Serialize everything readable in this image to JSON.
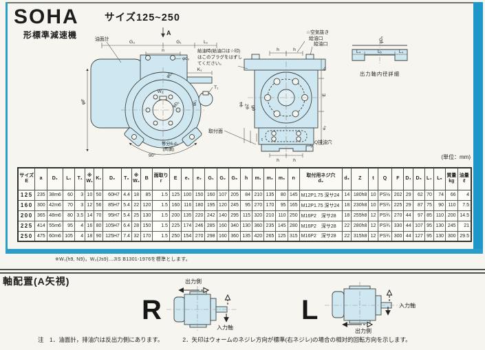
{
  "brand": {
    "model": "SOHA",
    "type_label": "形標準減速機",
    "size_range": "サイズ125~250"
  },
  "unit_note": "(単位：mm)",
  "colors": {
    "frame_blue": "#2a9dc8",
    "accent_blue": "#1d96c8",
    "drawing_fill": "#cfe7f1"
  },
  "table": {
    "columns": [
      "サイズ\nE",
      "a",
      "D₁",
      "L₁",
      "T₁",
      "※\nW₁",
      "K₁",
      "D₂",
      "T₂",
      "※\nW₂",
      "B",
      "面取り\nr",
      "E",
      "e₁",
      "e₂",
      "G₁",
      "G₂",
      "G₃",
      "h",
      "m₁",
      "m₂",
      "m₃",
      "n",
      "取付用ネジ穴\nd₂",
      "d₃",
      "Z",
      "t",
      "Q",
      "F",
      "D₄",
      "D₅",
      "L₄",
      "L₅",
      "質量\nkg",
      "油量\nℓ"
    ],
    "rows": [
      [
        "125",
        "235",
        "38m6",
        "60",
        "3",
        "10",
        "50",
        "60H7",
        "4.4",
        "18",
        "85",
        "1.5",
        "125",
        "100",
        "150",
        "160",
        "107",
        "205",
        "84",
        "210",
        "135",
        "80",
        "145",
        "M12P1.75 深サ24",
        "14",
        "180h8",
        "10",
        "PS½",
        "202",
        "29",
        "62",
        "70",
        "74",
        "66",
        "4"
      ],
      [
        "160",
        "300",
        "42m6",
        "70",
        "3",
        "12",
        "56",
        "85H7",
        "5.4",
        "22",
        "120",
        "1.5",
        "160",
        "116",
        "180",
        "195",
        "120",
        "245",
        "95",
        "270",
        "170",
        "95",
        "165",
        "M12P1.75 深サ24",
        "18",
        "230h8",
        "10",
        "PS¾",
        "225",
        "29",
        "87",
        "75",
        "90",
        "110",
        "7.5"
      ],
      [
        "200",
        "365",
        "48m6",
        "80",
        "3.5",
        "14",
        "70",
        "95H7",
        "5.4",
        "25",
        "130",
        "1.5",
        "200",
        "135",
        "220",
        "242",
        "140",
        "295",
        "115",
        "320",
        "210",
        "110",
        "250",
        "M16P2　深サ28",
        "18",
        "255h8",
        "12",
        "PS¾",
        "270",
        "44",
        "97",
        "85",
        "110",
        "200",
        "14.5"
      ],
      [
        "225",
        "414",
        "55m6",
        "95",
        "4",
        "16",
        "80",
        "105H7",
        "6.4",
        "28",
        "150",
        "1.5",
        "225",
        "174",
        "246",
        "285",
        "160",
        "340",
        "130",
        "360",
        "235",
        "145",
        "280",
        "M16P2　深サ28",
        "22",
        "280h8",
        "12",
        "PS¾",
        "330",
        "44",
        "107",
        "95",
        "130",
        "245",
        "21"
      ],
      [
        "250",
        "475",
        "60m6",
        "105",
        "4",
        "18",
        "90",
        "125H7",
        "7.4",
        "32",
        "170",
        "1.5",
        "250",
        "154",
        "270",
        "298",
        "160",
        "360",
        "135",
        "420",
        "265",
        "125",
        "315",
        "M16P2　深サ28",
        "22",
        "315h8",
        "12",
        "PS¾",
        "300",
        "44",
        "127",
        "95",
        "130",
        "300",
        "29.5"
      ]
    ]
  },
  "table_footnote": "※W₁(h9, N9)，W₂(Js9)…JIS B1301-1976を標準とします。",
  "front_view": {
    "view_arrow": "A",
    "oil_gauge": "油面計",
    "dim_g3": "G₃",
    "dim_g1": "G₁",
    "dim_l1": "L₁",
    "dim_n": "n",
    "dim_phi_d3": "φd₃",
    "dim_phi_f": "φF",
    "dim_k1": "K₁",
    "dim_t1": "T₁",
    "dim_w1": "W₁",
    "dim_phi_d1": "φD₁",
    "dim_w2": "W₂",
    "dim_phi_d2": "φD₂",
    "holes_note": "等分6-d₂",
    "holes_note2": "(両側)",
    "angle": "90°",
    "mount_face": "取付面"
  },
  "side_view": {
    "air_vent_l1": "☆空気抜き",
    "air_vent_l2": "給油口",
    "fill_note_l1": "給油時(給油口は☆印)",
    "fill_note_l2": "はこのプラグをはずし",
    "fill_note_l3": "てください。",
    "oil_port": "給油口",
    "dim_h": "h",
    "dim_e1": "e₁",
    "dim_e": "E",
    "dim_e2": "e₂",
    "dim_phi_a": "φa",
    "dim_phi_z": "φZ",
    "dim_phi_b": "φB",
    "dim_t": "t",
    "drain": "Q排油穴"
  },
  "shaft_detail": {
    "dim_phi_d5": "φD₅",
    "dim_l4": "L₄",
    "dim_l5": "L₅",
    "caption": "出力軸内径詳細"
  },
  "axis_section": {
    "title": "軸配置(A矢視)",
    "r": {
      "letter": "R",
      "output_label": "出力側",
      "input_label": "入力軸"
    },
    "l": {
      "letter": "L",
      "output_label": "出力側",
      "input_label": "入力軸"
    }
  },
  "notes": {
    "note1": "注　1．油面計，排油穴は反出力側にあります。",
    "note2": "2．矢印はウォームのネジレ方向が標準(右ネジレ)の場合の相対的回転方向を示します。"
  }
}
